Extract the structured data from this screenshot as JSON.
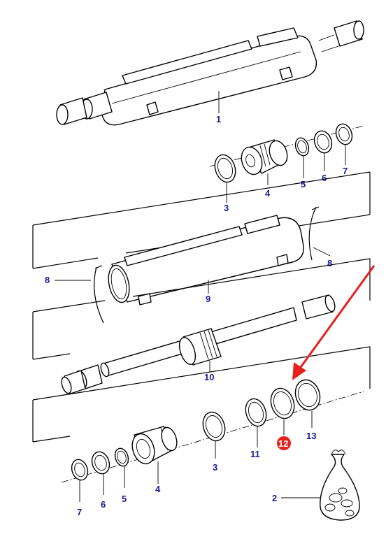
{
  "callouts": {
    "c1": "1",
    "c2": "2",
    "c3a": "3",
    "c3b": "3",
    "c4a": "4",
    "c4b": "4",
    "c5a": "5",
    "c5b": "5",
    "c6a": "6",
    "c6b": "6",
    "c7a": "7",
    "c7b": "7",
    "c8a": "8",
    "c8b": "8",
    "c9": "9",
    "c10": "10",
    "c11": "11",
    "c12": "12",
    "c13": "13"
  },
  "colors": {
    "callout_text": "#1a1a9c",
    "highlight": "#e8201d",
    "line": "#000000"
  },
  "highlighted_part": "12"
}
